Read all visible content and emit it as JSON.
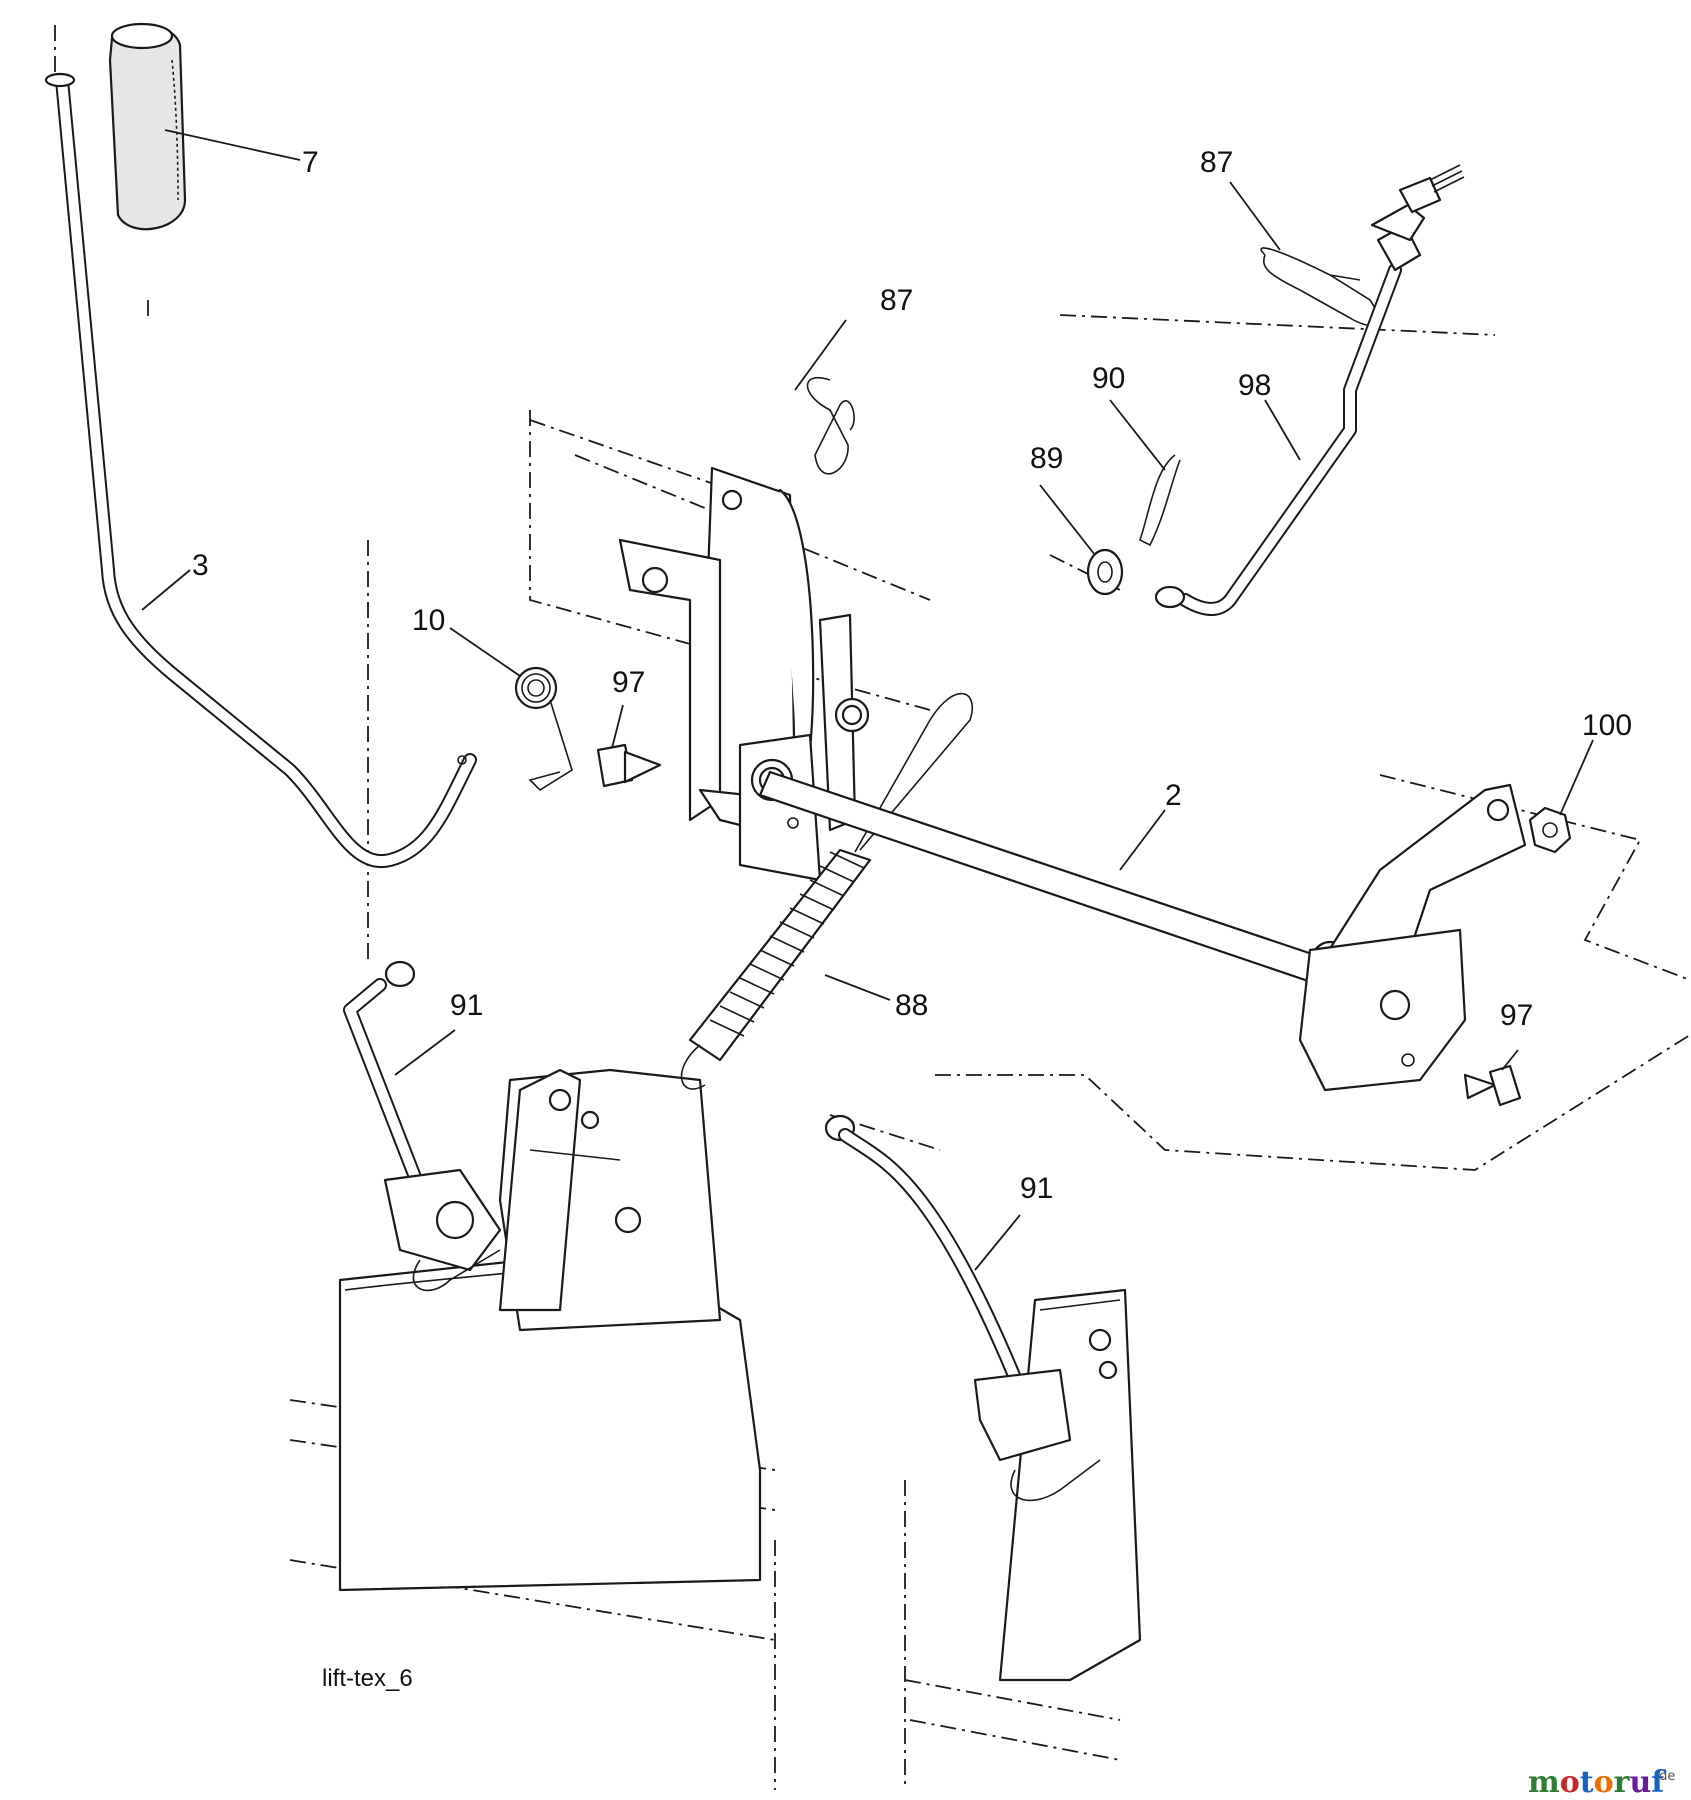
{
  "callouts": {
    "c7": "7",
    "c3": "3",
    "c87a": "87",
    "c87b": "87",
    "c90": "90",
    "c98": "98",
    "c89": "89",
    "c10": "10",
    "c97a": "97",
    "c100": "100",
    "c2": "2",
    "c97b": "97",
    "c91a": "91",
    "c88": "88",
    "c91b": "91"
  },
  "caption": "lift-tex_6",
  "watermark": {
    "brand": "motoruf",
    "suffix": ".de",
    "colors": [
      "#2e7d32",
      "#c62828",
      "#1565c0",
      "#ef6c00",
      "#2e7d32",
      "#6a1b9a",
      "#1565c0"
    ]
  }
}
